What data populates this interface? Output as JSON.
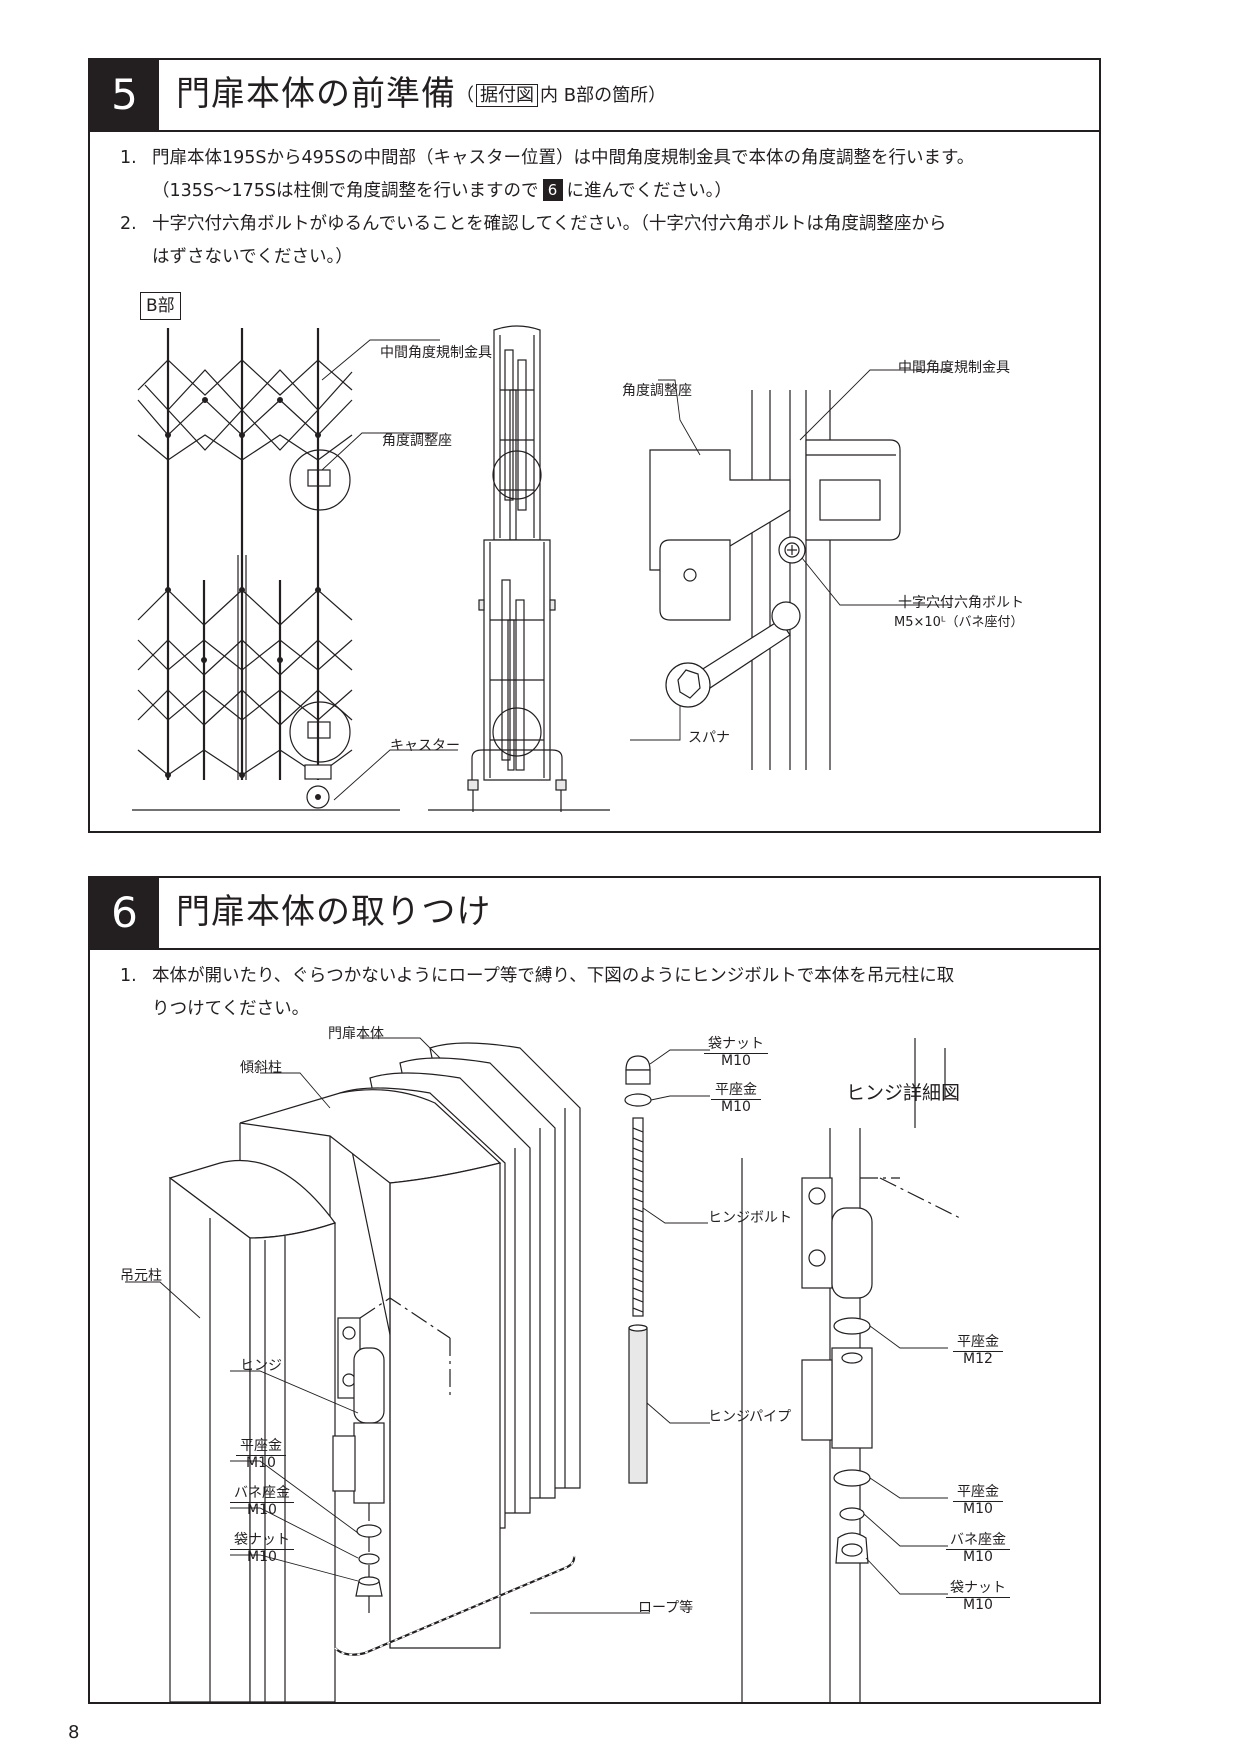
{
  "section5": {
    "number": "5",
    "title": "門扉本体の前準備",
    "subtitle_open": "（",
    "subtitle_boxed": "据付図",
    "subtitle_rest": "内 B部の箇所）",
    "steps": [
      {
        "num": "1.",
        "text": "門扉本体195Sから495Sの中間部（キャスター位置）は中間角度規制金具で本体の角度調整を行います。",
        "text2_pre": "（135S～175Sは柱側で角度調整を行いますので",
        "ref": "6",
        "text2_post": "に進んでください。）"
      },
      {
        "num": "2.",
        "text": "十字穴付六角ボルトがゆるんでいることを確認してください。（十字穴付六角ボルトは角度調整座から",
        "text2": "はずさないでください。）"
      }
    ],
    "figure_label": "B部",
    "labels": {
      "middle_bracket_1": "中間角度規制金具",
      "angle_seat_1": "角度調整座",
      "caster": "キャスター",
      "angle_seat_2": "角度調整座",
      "middle_bracket_2": "中間角度規制金具",
      "bolt_name": "十字穴付六角ボルト",
      "bolt_spec": "M5×10ᴸ（バネ座付）",
      "spanner": "スパナ"
    }
  },
  "section6": {
    "number": "6",
    "title": "門扉本体の取りつけ",
    "steps": [
      {
        "num": "1.",
        "text": "本体が開いたり、ぐらつかないようにロープ等で縛り、下図のようにヒンジボルトで本体を吊元柱に取",
        "text2": "りつけてください。"
      }
    ],
    "labels": {
      "gate_body": "門扉本体",
      "tilt_post": "傾斜柱",
      "hanging_post": "吊元柱",
      "hinge": "ヒンジ",
      "washer": "平座金",
      "washer_size": "M10",
      "spring_washer": "バネ座金",
      "spring_washer_size": "M10",
      "cap_nut": "袋ナット",
      "cap_nut_size": "M10",
      "rope": "ロープ等",
      "cap_nut_top": "袋ナット",
      "cap_nut_top_size": "M10",
      "washer_top": "平座金",
      "washer_top_size": "M10",
      "hinge_bolt": "ヒンジボルト",
      "hinge_pipe": "ヒンジパイプ",
      "hinge_detail_title": "ヒンジ詳細図",
      "d_washer_12": "平座金",
      "d_washer_12_size": "M12",
      "d_washer_10": "平座金",
      "d_washer_10_size": "M10",
      "d_spring": "バネ座金",
      "d_spring_size": "M10",
      "d_cap_nut": "袋ナット",
      "d_cap_nut_size": "M10"
    }
  },
  "page_number": "8"
}
